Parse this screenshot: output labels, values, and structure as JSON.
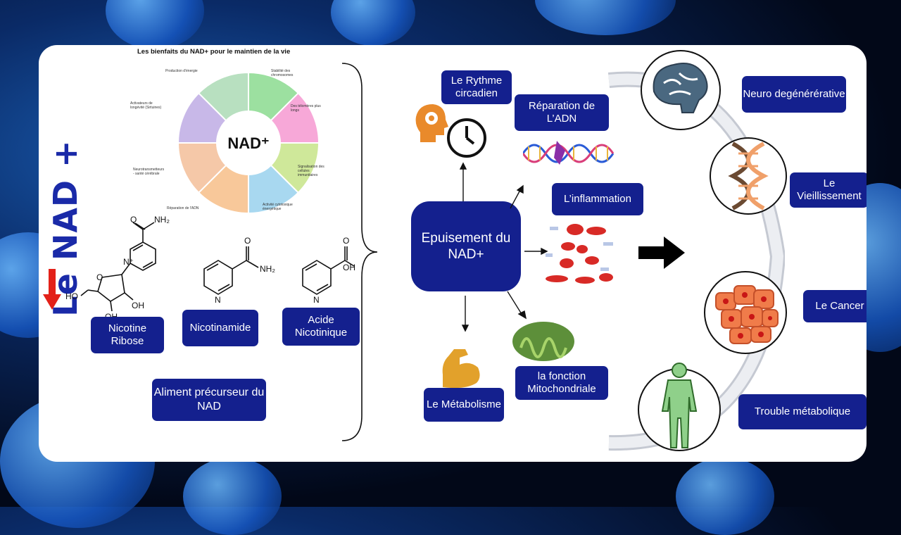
{
  "wheel": {
    "title": "Les bienfaits du NAD+ pour le maintien de la vie",
    "center": "NAD⁺",
    "segments": [
      "Production d'énergie",
      "Stabilité des chromosomes",
      "Des télomères plus longs",
      "Signalisation des cellules immunitaires",
      "Activité cytotoxique énergétique",
      "Réparation de l'ADN",
      "Neurotransmetteurs - santé cérébrale",
      "Activateurs de longévité (Sirtuines)"
    ]
  },
  "side_title": "Le NAD +",
  "molecules": {
    "nh2_label": "NH₂",
    "oh_label": "OH",
    "n_label": "N",
    "ho_label": "HO",
    "o_label": "O",
    "n_plus": "N⁺"
  },
  "labels": {
    "nicotine_ribose": "Nicotine Ribose",
    "nicotinamide": "Nicotinamide",
    "acide_nicotinique": "Acide Nicotinique",
    "aliment": "Aliment précurseur du NAD",
    "center": "Epuisement du NAD+",
    "rythme": "Le Rythme circadien",
    "reparation": "Réparation de L’ADN",
    "inflammation": "L’inflammation",
    "metabolisme": "Le Métabolisme",
    "mitochondriale": "la fonction Mitochondriale"
  },
  "outcomes": {
    "neuro": "Neuro degénérérative",
    "vieillissement": "Le Vieillissement",
    "cancer": "Le Cancer",
    "trouble": "Trouble métabolique"
  },
  "colors": {
    "box": "#14208e",
    "accent_red": "#e32119",
    "wheel": [
      "#9ce0a0",
      "#f7a8d8",
      "#cfe89a",
      "#a8d8f0",
      "#f8c89a",
      "#f5c8a8",
      "#c8b8e8",
      "#b8e0c0"
    ]
  }
}
